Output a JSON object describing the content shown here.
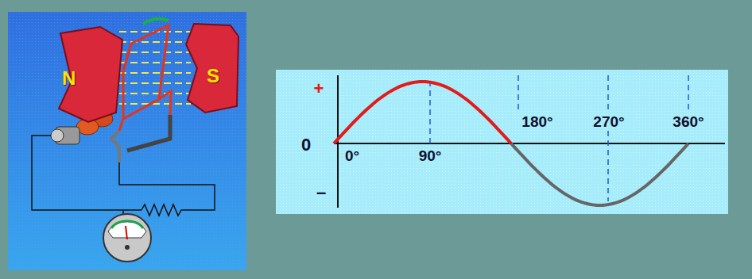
{
  "diagram": {
    "nodes": [
      {
        "text": [
          "N"
        ]
      },
      {
        "text": [
          "S"
        ]
      }
    ],
    "labels": [
      "+",
      "0",
      "–",
      "0°",
      "90°",
      "180°",
      "270°",
      "360°"
    ]
  }
}
